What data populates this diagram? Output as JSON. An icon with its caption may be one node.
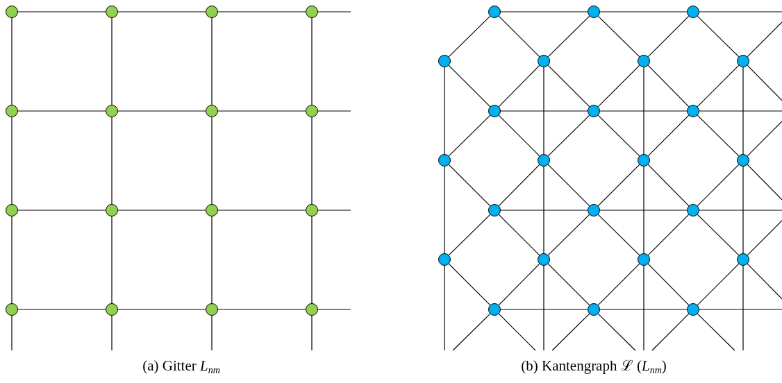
{
  "diagram": {
    "nodes": [
      {
        "text": [],
        "shape": "circle"
      },
      {
        "text": [],
        "shape": "circle"
      },
      {
        "text": [],
        "shape": "circle"
      },
      {
        "text": [],
        "shape": "circle"
      },
      {
        "text": [],
        "shape": "circle"
      },
      {
        "text": [],
        "shape": "circle"
      },
      {
        "text": [],
        "shape": "circle"
      },
      {
        "text": [],
        "shape": "circle"
      },
      {
        "text": [],
        "shape": "circle"
      },
      {
        "text": [],
        "shape": "circle"
      },
      {
        "text": [],
        "shape": "circle"
      },
      {
        "text": [],
        "shape": "circle"
      },
      {
        "text": [],
        "shape": "circle"
      },
      {
        "text": [],
        "shape": "circle"
      },
      {
        "text": [],
        "shape": "circle"
      },
      {
        "text": [],
        "shape": "circle"
      },
      {
        "text": [],
        "shape": "circle"
      },
      {
        "text": [],
        "shape": "circle"
      },
      {
        "text": [],
        "shape": "circle"
      },
      {
        "text": [],
        "shape": "circle"
      },
      {
        "text": [],
        "shape": "circle"
      },
      {
        "text": [],
        "shape": "circle"
      },
      {
        "text": [],
        "shape": "circle"
      },
      {
        "text": [],
        "shape": "circle"
      },
      {
        "text": [],
        "shape": "circle"
      },
      {
        "text": [],
        "shape": "circle"
      },
      {
        "text": [],
        "shape": "circle"
      },
      {
        "text": [],
        "shape": "circle"
      },
      {
        "text": [],
        "shape": "circle"
      },
      {
        "text": [],
        "shape": "circle"
      },
      {
        "text": [],
        "shape": "circle"
      },
      {
        "text": [],
        "shape": "circle"
      },
      {
        "text": [],
        "shape": "circle"
      },
      {
        "text": [],
        "shape": "circle"
      },
      {
        "text": [],
        "shape": "circle"
      },
      {
        "text": [],
        "shape": "circle"
      },
      {
        "text": [],
        "shape": "circle"
      },
      {
        "text": [],
        "shape": "circle"
      },
      {
        "text": [],
        "shape": "circle"
      },
      {
        "text": [],
        "shape": "circle"
      }
    ],
    "edges": [
      {
        "from": 0,
        "to": 1,
        "arrow": "none"
      },
      {
        "from": 1,
        "to": 2,
        "arrow": "none"
      },
      {
        "from": 2,
        "to": 3,
        "arrow": "none"
      },
      {
        "from": 3,
        "to": null,
        "arrow": "none"
      },
      {
        "from": 4,
        "to": 5,
        "arrow": "none"
      },
      {
        "from": 5,
        "to": 6,
        "arrow": "none"
      },
      {
        "from": 6,
        "to": 7,
        "arrow": "none"
      },
      {
        "from": 7,
        "to": null,
        "arrow": "none"
      },
      {
        "from": 8,
        "to": 9,
        "arrow": "none"
      },
      {
        "from": 9,
        "to": 10,
        "arrow": "none"
      },
      {
        "from": 10,
        "to": 11,
        "arrow": "none"
      },
      {
        "from": 11,
        "to": null,
        "arrow": "none"
      },
      {
        "from": 12,
        "to": 13,
        "arrow": "none"
      },
      {
        "from": 13,
        "to": 14,
        "arrow": "none"
      },
      {
        "from": 14,
        "to": 15,
        "arrow": "none"
      },
      {
        "from": 15,
        "to": null,
        "arrow": "none"
      },
      {
        "from": 0,
        "to": 4,
        "arrow": "none"
      },
      {
        "from": 4,
        "to": 8,
        "arrow": "none"
      },
      {
        "from": 8,
        "to": 12,
        "arrow": "none"
      },
      {
        "from": 12,
        "to": null,
        "arrow": "none"
      },
      {
        "from": 1,
        "to": 5,
        "arrow": "none"
      },
      {
        "from": 5,
        "to": 9,
        "arrow": "none"
      },
      {
        "from": 9,
        "to": 13,
        "arrow": "none"
      },
      {
        "from": 13,
        "to": null,
        "arrow": "none"
      },
      {
        "from": 2,
        "to": 6,
        "arrow": "none"
      },
      {
        "from": 6,
        "to": 10,
        "arrow": "none"
      },
      {
        "from": 10,
        "to": 14,
        "arrow": "none"
      },
      {
        "from": 14,
        "to": null,
        "arrow": "none"
      },
      {
        "from": 3,
        "to": 7,
        "arrow": "none"
      },
      {
        "from": 7,
        "to": 11,
        "arrow": "none"
      },
      {
        "from": 11,
        "to": 15,
        "arrow": "none"
      },
      {
        "from": 15,
        "to": null,
        "arrow": "none"
      },
      {
        "from": 16,
        "to": 19,
        "arrow": "none"
      },
      {
        "from": 16,
        "to": 17,
        "arrow": "none"
      },
      {
        "from": 16,
        "to": 20,
        "arrow": "none"
      },
      {
        "from": 17,
        "to": 20,
        "arrow": "none"
      },
      {
        "from": 17,
        "to": 18,
        "arrow": "none"
      },
      {
        "from": 17,
        "to": 21,
        "arrow": "none"
      },
      {
        "from": 18,
        "to": 21,
        "arrow": "none"
      },
      {
        "from": 18,
        "to": null,
        "arrow": "none"
      },
      {
        "from": 18,
        "to": 22,
        "arrow": "none"
      },
      {
        "from": 22,
        "to": null,
        "arrow": "none"
      },
      {
        "from": 19,
        "to": 26,
        "arrow": "none"
      },
      {
        "from": 19,
        "to": 23,
        "arrow": "none"
      },
      {
        "from": 23,
        "to": 26,
        "arrow": "none"
      },
      {
        "from": 23,
        "to": 24,
        "arrow": "none"
      },
      {
        "from": 20,
        "to": 27,
        "arrow": "none"
      },
      {
        "from": 23,
        "to": 20,
        "arrow": "none"
      },
      {
        "from": 23,
        "to": 27,
        "arrow": "none"
      },
      {
        "from": 24,
        "to": 20,
        "arrow": "none"
      },
      {
        "from": 24,
        "to": 27,
        "arrow": "none"
      },
      {
        "from": 24,
        "to": 25,
        "arrow": "none"
      },
      {
        "from": 21,
        "to": 28,
        "arrow": "none"
      },
      {
        "from": 24,
        "to": 21,
        "arrow": "none"
      },
      {
        "from": 24,
        "to": 28,
        "arrow": "none"
      },
      {
        "from": 25,
        "to": 21,
        "arrow": "none"
      },
      {
        "from": 25,
        "to": 28,
        "arrow": "none"
      },
      {
        "from": 25,
        "to": null,
        "arrow": "none"
      },
      {
        "from": 22,
        "to": 29,
        "arrow": "none"
      },
      {
        "from": 25,
        "to": 22,
        "arrow": "none"
      },
      {
        "from": 25,
        "to": 29,
        "arrow": "none"
      },
      {
        "from": 22,
        "to": null,
        "arrow": "none"
      },
      {
        "from": 29,
        "to": null,
        "arrow": "none"
      },
      {
        "from": 26,
        "to": 33,
        "arrow": "none"
      },
      {
        "from": 26,
        "to": 30,
        "arrow": "none"
      },
      {
        "from": 30,
        "to": 33,
        "arrow": "none"
      },
      {
        "from": 30,
        "to": 31,
        "arrow": "none"
      },
      {
        "from": 27,
        "to": 34,
        "arrow": "none"
      },
      {
        "from": 30,
        "to": 27,
        "arrow": "none"
      },
      {
        "from": 30,
        "to": 34,
        "arrow": "none"
      },
      {
        "from": 31,
        "to": 27,
        "arrow": "none"
      },
      {
        "from": 31,
        "to": 34,
        "arrow": "none"
      },
      {
        "from": 31,
        "to": 32,
        "arrow": "none"
      },
      {
        "from": 28,
        "to": 35,
        "arrow": "none"
      },
      {
        "from": 31,
        "to": 28,
        "arrow": "none"
      },
      {
        "from": 31,
        "to": 35,
        "arrow": "none"
      },
      {
        "from": 32,
        "to": 28,
        "arrow": "none"
      },
      {
        "from": 32,
        "to": 35,
        "arrow": "none"
      },
      {
        "from": 32,
        "to": null,
        "arrow": "none"
      },
      {
        "from": 29,
        "to": 36,
        "arrow": "none"
      },
      {
        "from": 32,
        "to": 29,
        "arrow": "none"
      },
      {
        "from": 32,
        "to": 36,
        "arrow": "none"
      },
      {
        "from": 29,
        "to": null,
        "arrow": "none"
      },
      {
        "from": 36,
        "to": null,
        "arrow": "none"
      },
      {
        "from": 33,
        "to": null,
        "arrow": "none"
      },
      {
        "from": 33,
        "to": 37,
        "arrow": "none"
      },
      {
        "from": 37,
        "to": null,
        "arrow": "none"
      },
      {
        "from": 37,
        "to": 38,
        "arrow": "none"
      },
      {
        "from": 34,
        "to": null,
        "arrow": "none"
      },
      {
        "from": 37,
        "to": 34,
        "arrow": "none"
      },
      {
        "from": 37,
        "to": null,
        "arrow": "none"
      },
      {
        "from": 38,
        "to": 34,
        "arrow": "none"
      },
      {
        "from": 38,
        "to": null,
        "arrow": "none"
      },
      {
        "from": 38,
        "to": 39,
        "arrow": "none"
      },
      {
        "from": 35,
        "to": null,
        "arrow": "none"
      },
      {
        "from": 38,
        "to": 35,
        "arrow": "none"
      },
      {
        "from": 38,
        "to": null,
        "arrow": "none"
      },
      {
        "from": 39,
        "to": 35,
        "arrow": "none"
      },
      {
        "from": 39,
        "to": null,
        "arrow": "none"
      },
      {
        "from": 39,
        "to": null,
        "arrow": "none"
      },
      {
        "from": 36,
        "to": null,
        "arrow": "none"
      },
      {
        "from": 39,
        "to": 36,
        "arrow": "none"
      },
      {
        "from": 36,
        "to": null,
        "arrow": "none"
      },
      {
        "from": 39,
        "to": null,
        "arrow": "none"
      }
    ],
    "labels": [
      "(a) Gitter *L*$_{nm}$",
      "(b) Kantengraph ℒ (*L*$_{nm}$)"
    ]
  }
}
